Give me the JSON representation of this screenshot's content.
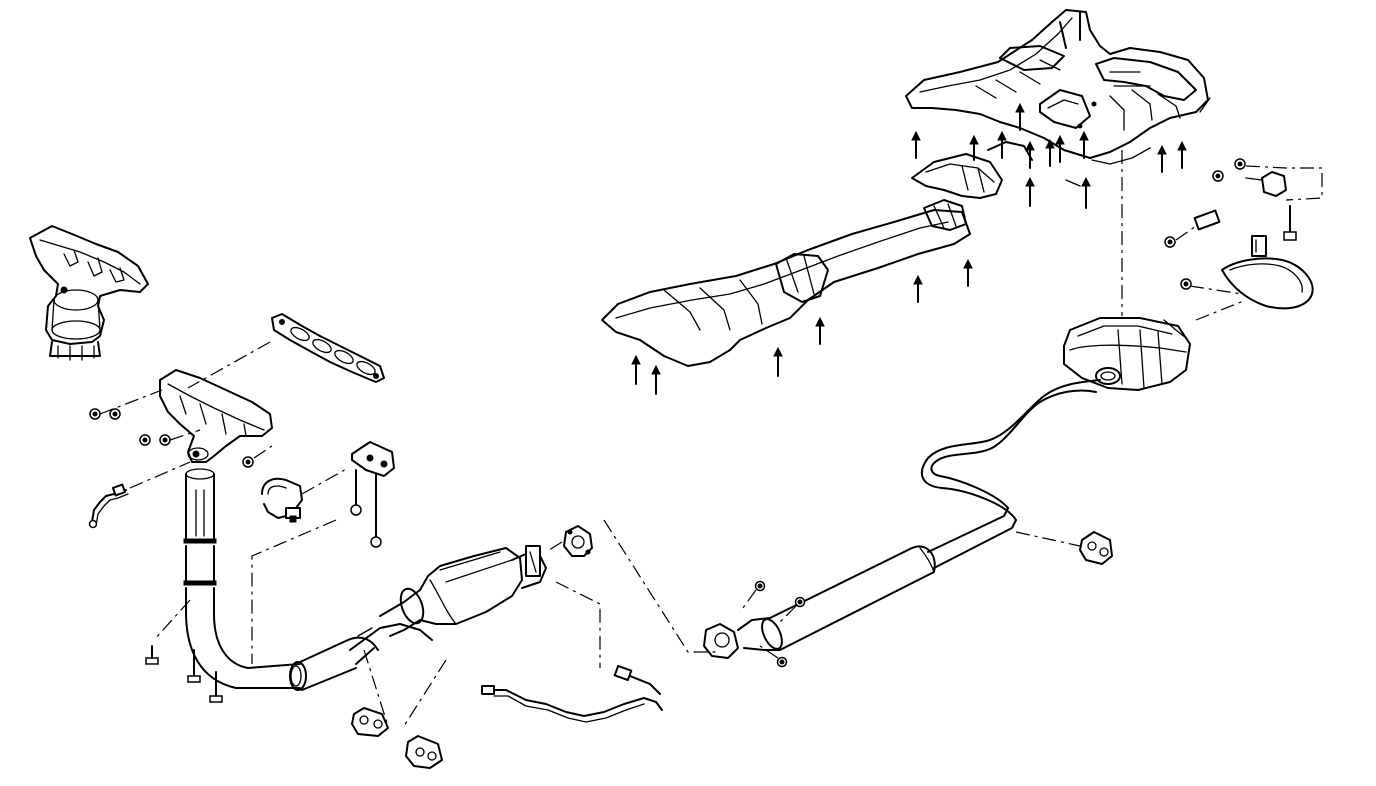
{
  "figure": {
    "title": "",
    "line_color": "#000000",
    "background": "#ffffff",
    "parts": [
      "exhaust-manifold-assembly-inset",
      "exhaust-manifold-gasket",
      "exhaust-manifold",
      "oxygen-sensor-front",
      "front-exhaust-pipe",
      "pipe-clamp",
      "pipe-hanger-bracket",
      "catalytic-converter",
      "converter-flange-gasket",
      "oxygen-sensor-rear",
      "rubber-exhaust-insulators",
      "intermediate-pipe-resonator",
      "muffler-tailpipe",
      "tailpipe-hanger-strap",
      "underbody-heat-shields",
      "front-heat-shield",
      "rear-heat-shield"
    ]
  }
}
